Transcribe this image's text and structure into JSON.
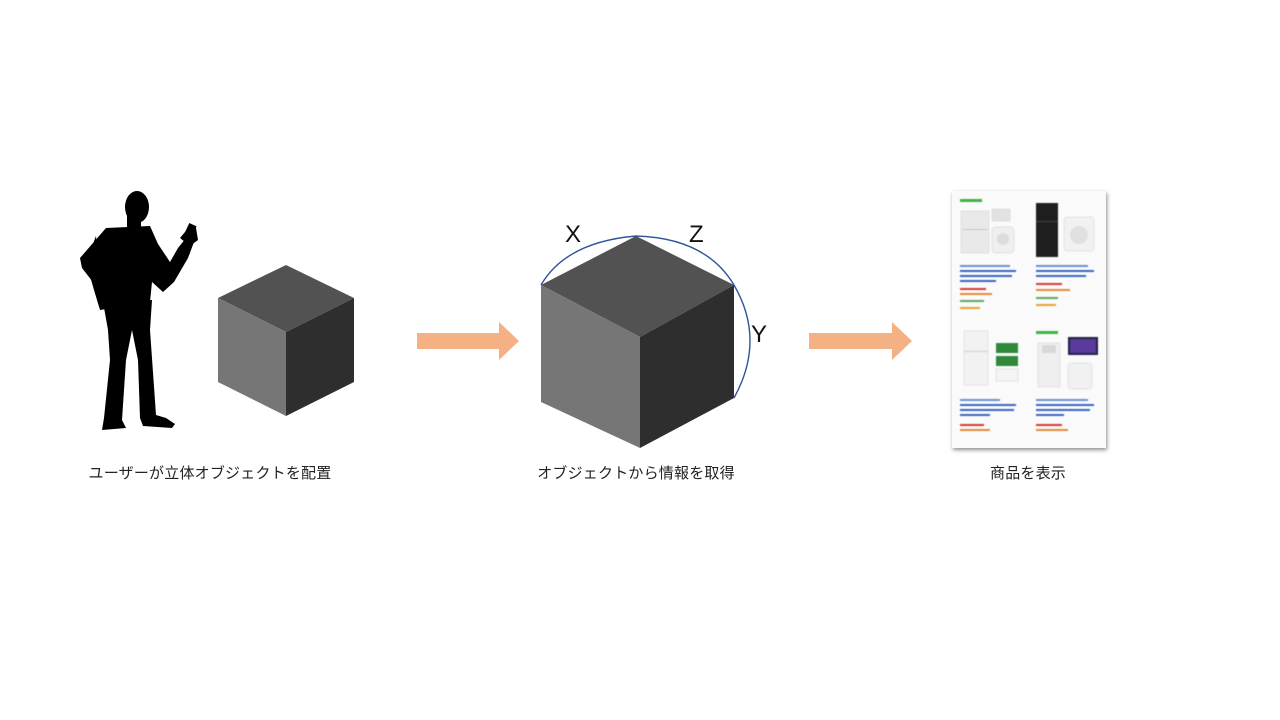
{
  "steps": [
    {
      "caption": "ユーザーが立体オブジェクトを配置"
    },
    {
      "caption": "オブジェクトから情報を取得",
      "axis_labels": {
        "x": "X",
        "z": "Z",
        "y": "Y"
      }
    },
    {
      "caption": "商品を表示"
    }
  ],
  "colors": {
    "arrow": "#f4b183",
    "cube_top": "#525252",
    "cube_left": "#767676",
    "cube_right": "#2e2e2e",
    "dimension_arc": "#2f5597",
    "silhouette": "#000000"
  },
  "icons": {
    "person": "person-with-phone-silhouette-icon",
    "arrow": "right-arrow-icon",
    "product_list": "product-list-thumbnail-icon"
  }
}
